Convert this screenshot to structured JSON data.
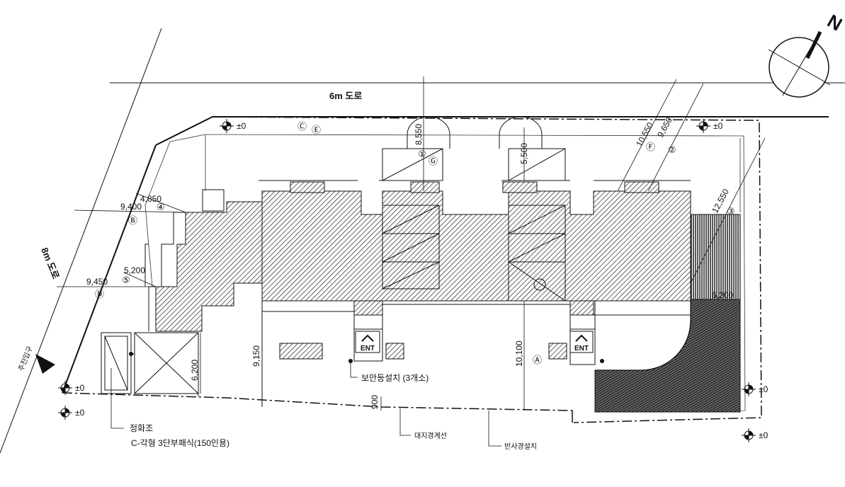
{
  "road_top": "6m 도로",
  "road_left": "8m 도로",
  "site_entrance": "주진입구",
  "north": "N",
  "level": "±0",
  "ent": "ENT",
  "notes": {
    "security_lights": "보안등설치 (3개소)",
    "septic_title": "정화조",
    "septic_spec": "C-각형 3단부패식(150인용)",
    "site_boundary": "대지경계선",
    "reflector": "반사경설치"
  },
  "dimensions": {
    "d4850": "4,850",
    "d9400": "9,400",
    "d5200": "5,200",
    "d9450": "9,450",
    "d8550": "8,550",
    "d5500": "5,500",
    "d10550": "10,550",
    "d9650": "9,650",
    "d12550": "12,550",
    "d6200a": "6,200",
    "d6200b": "6,200",
    "d9150": "9,150",
    "d10100": "10,100",
    "d900": "900"
  },
  "markers": {
    "m1": "①",
    "m2": "②",
    "m3": "③",
    "m4": "④",
    "m5": "⑤",
    "mA": "Ⓐ",
    "mB": "Ⓑ",
    "mC": "Ⓒ",
    "mD": "Ⓓ",
    "mE": "Ⓔ",
    "mF": "Ⓕ",
    "mG": "Ⓖ"
  }
}
